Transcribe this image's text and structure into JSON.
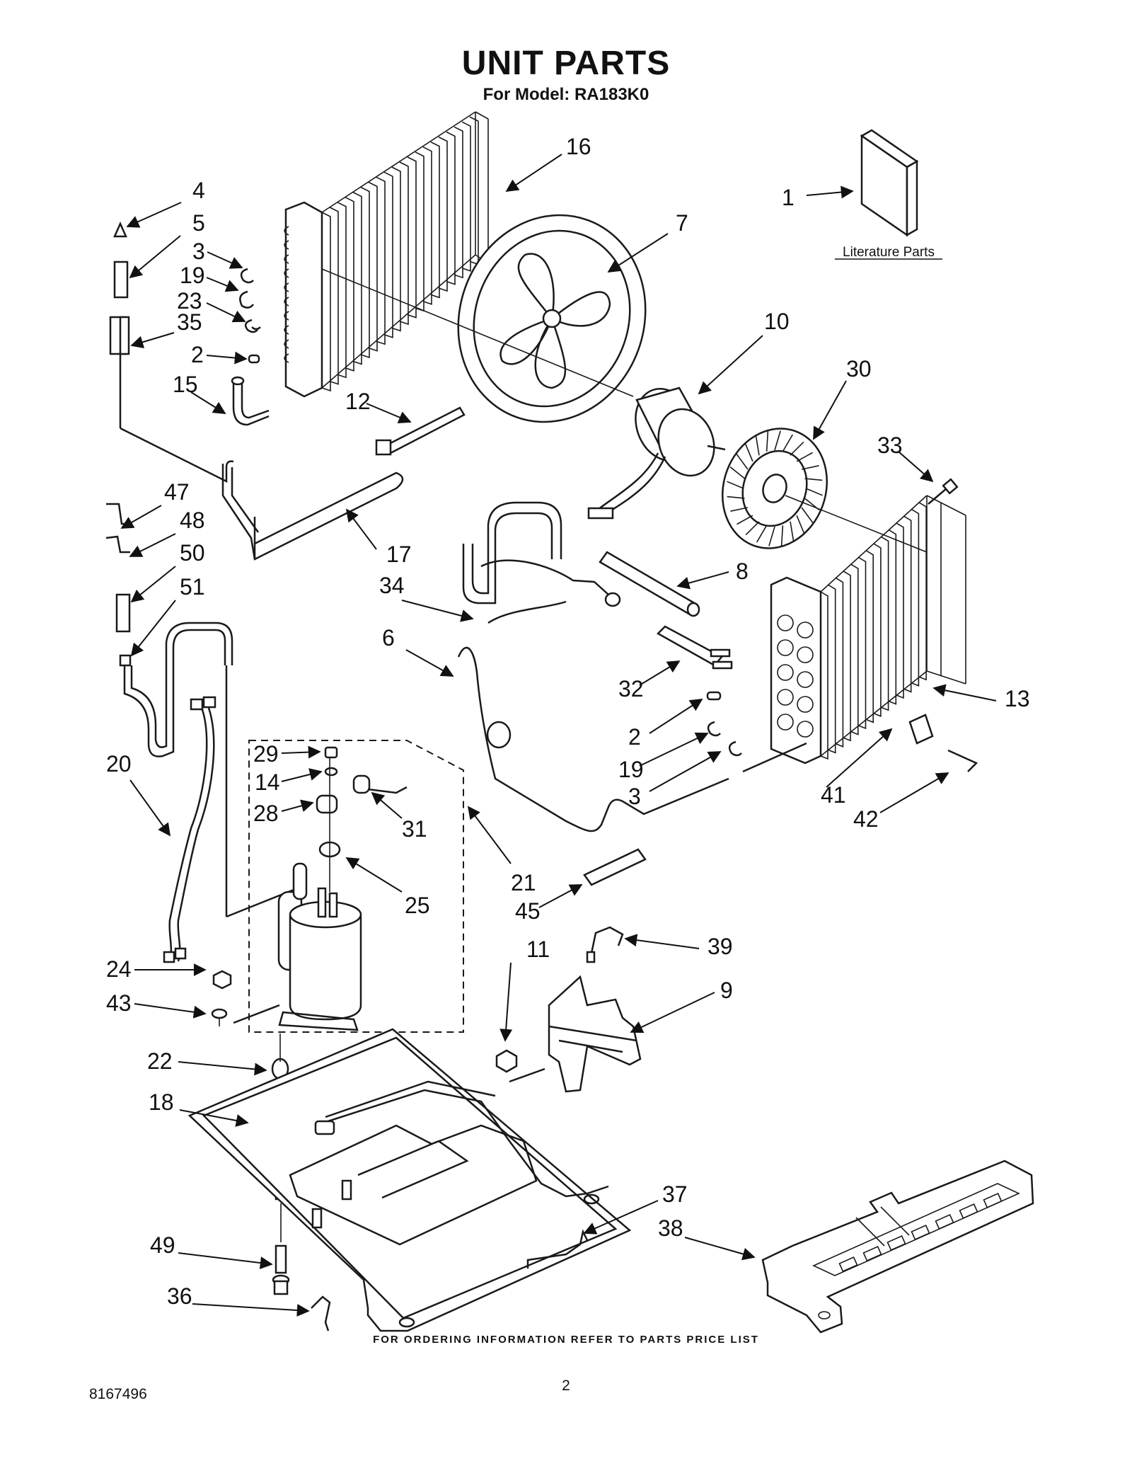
{
  "page": {
    "title": "UNIT PARTS",
    "subtitle": "For Model: RA183K0",
    "literature_label": "Literature Parts",
    "footer": "FOR ORDERING INFORMATION REFER TO PARTS PRICE LIST",
    "doc_number": "8167496",
    "page_number": "2"
  },
  "callouts": [
    {
      "num": "1",
      "part": "literature-parts"
    },
    {
      "num": "2",
      "part": "copper-fitting-upper"
    },
    {
      "num": "2",
      "part": "copper-fitting-lower"
    },
    {
      "num": "3",
      "part": "clip-upper"
    },
    {
      "num": "3",
      "part": "clip-lower"
    },
    {
      "num": "4",
      "part": "cap-valve"
    },
    {
      "num": "5",
      "part": "tube-stub"
    },
    {
      "num": "6",
      "part": "capillary-tube"
    },
    {
      "num": "7",
      "part": "fan-shroud"
    },
    {
      "num": "8",
      "part": "suction-tube"
    },
    {
      "num": "9",
      "part": "motor-bracket"
    },
    {
      "num": "10",
      "part": "fan-motor"
    },
    {
      "num": "11",
      "part": "nut"
    },
    {
      "num": "12",
      "part": "cable-tie"
    },
    {
      "num": "13",
      "part": "evaporator-coil"
    },
    {
      "num": "14",
      "part": "washer"
    },
    {
      "num": "15",
      "part": "elbow-tube"
    },
    {
      "num": "16",
      "part": "condenser-coil"
    },
    {
      "num": "17",
      "part": "discharge-tube"
    },
    {
      "num": "18",
      "part": "base-pan"
    },
    {
      "num": "19",
      "part": "clip-upper"
    },
    {
      "num": "19",
      "part": "clip-lower"
    },
    {
      "num": "20",
      "part": "wire-harness"
    },
    {
      "num": "21",
      "part": "compressor-assembly"
    },
    {
      "num": "22",
      "part": "grommet"
    },
    {
      "num": "23",
      "part": "clip"
    },
    {
      "num": "24",
      "part": "nut"
    },
    {
      "num": "25",
      "part": "terminal-gasket"
    },
    {
      "num": "28",
      "part": "terminal-cover"
    },
    {
      "num": "29",
      "part": "nut"
    },
    {
      "num": "30",
      "part": "blower-wheel"
    },
    {
      "num": "31",
      "part": "overload"
    },
    {
      "num": "32",
      "part": "y-fitting"
    },
    {
      "num": "33",
      "part": "screw"
    },
    {
      "num": "34",
      "part": "suction-line"
    },
    {
      "num": "35",
      "part": "tee-fitting"
    },
    {
      "num": "36",
      "part": "clip"
    },
    {
      "num": "37",
      "part": "drain-clip"
    },
    {
      "num": "38",
      "part": "drain-pan"
    },
    {
      "num": "39",
      "part": "motor-strap"
    },
    {
      "num": "41",
      "part": "bracket"
    },
    {
      "num": "42",
      "part": "bracket-arrow"
    },
    {
      "num": "43",
      "part": "washer"
    },
    {
      "num": "45",
      "part": "insulation-strip"
    },
    {
      "num": "47",
      "part": "tube-bend"
    },
    {
      "num": "48",
      "part": "tube-bend"
    },
    {
      "num": "49",
      "part": "stud"
    },
    {
      "num": "50",
      "part": "tee-fitting"
    },
    {
      "num": "51",
      "part": "strainer"
    }
  ]
}
